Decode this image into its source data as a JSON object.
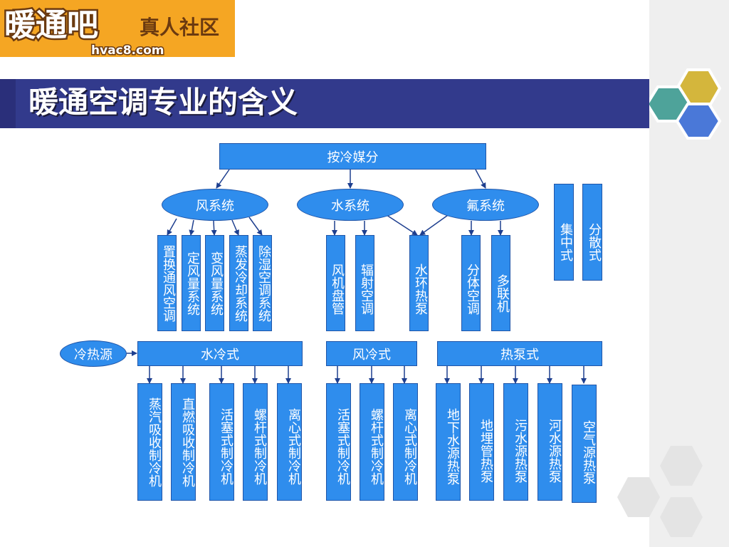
{
  "slide": {
    "title": "暖通空调专业的含义"
  },
  "logo": {
    "brand_text": "暖通吧",
    "community_text": "真人社区",
    "domain": "hvac8.com"
  },
  "diagram": {
    "root": "按冷媒分",
    "systems": {
      "air": "风系统",
      "water": "水系统",
      "refrigerant": "氟系统"
    },
    "air_leaves": [
      "置换通风空调",
      "定风量系统",
      "变风量系统",
      "蒸发冷却系统",
      "除湿空调系统"
    ],
    "water_leaves": [
      "风机盘管",
      "辐射空调"
    ],
    "shared_leaf": "水环热泵",
    "refrigerant_leaves": [
      "分体空调",
      "多联机"
    ],
    "side_types": [
      "集中式",
      "分散式"
    ],
    "source": "冷热源",
    "source_groups": {
      "water_cooled": "水冷式",
      "air_cooled": "风冷式",
      "heat_pump": "热泵式"
    },
    "water_cooled_leaves": [
      "蒸汽吸收制冷机",
      "直燃吸收制冷机",
      "活塞式制冷机",
      "螺杆式制冷机",
      "离心式制冷机"
    ],
    "air_cooled_leaves": [
      "活塞式制冷机",
      "螺杆式制冷机",
      "离心式制冷机"
    ],
    "heat_pump_leaves": [
      "地下水源热泵",
      "地埋管热泵",
      "污水源热泵",
      "河水源热泵",
      "空气源热泵"
    ]
  },
  "colors": {
    "box_fill": "#2f8ded",
    "box_border": "#2055a8",
    "banner": "#323a8c",
    "logo_bg": "#f5a623",
    "arrow": "#1e3f8f",
    "hex_yellow": "#d4b63c",
    "hex_teal": "#4ea39a",
    "hex_blue": "#4a78d8"
  }
}
